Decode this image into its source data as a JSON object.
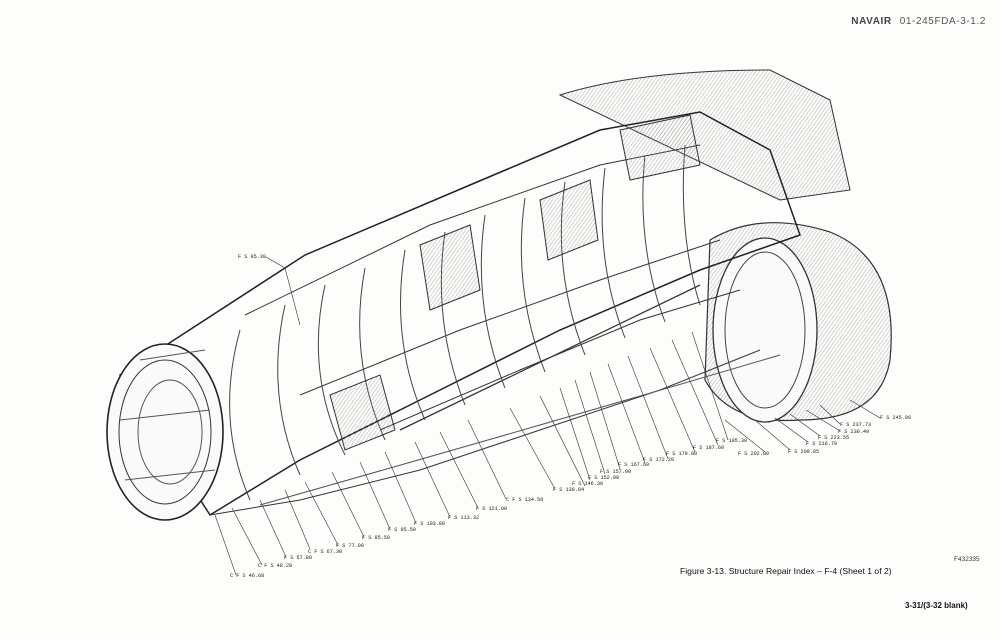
{
  "header": {
    "doc_id": "NAVAIR",
    "doc_number": "01-245FDA-3-1.2"
  },
  "stations": [
    {
      "name": "fs-95-30-top",
      "label": "F S 95.30"
    },
    {
      "name": "cfs-46-68",
      "label": "C F S 46.68"
    },
    {
      "name": "cfs-48-28",
      "label": "C F S 48.28"
    },
    {
      "name": "fs-57-80",
      "label": "F S 57.80"
    },
    {
      "name": "cfs-67-30",
      "label": "C F S 67.30"
    },
    {
      "name": "fs-77-00",
      "label": "F S 77.00"
    },
    {
      "name": "fs-85-50",
      "label": "F S 85.50"
    },
    {
      "name": "fs-95-50",
      "label": "F S 95.50"
    },
    {
      "name": "fs-103-80",
      "label": "F S 103.80"
    },
    {
      "name": "fs-113-32",
      "label": "F S 113.32"
    },
    {
      "name": "fs-121-00",
      "label": "F S 121.00"
    },
    {
      "name": "cfs-134-50",
      "label": "C F S 134.50"
    },
    {
      "name": "fs-139-84",
      "label": "F S 139.84"
    },
    {
      "name": "fs-146-30",
      "label": "F S 146.30"
    },
    {
      "name": "fs-152-00",
      "label": "F S 152.00"
    },
    {
      "name": "fs-157-00",
      "label": "F S 157.00"
    },
    {
      "name": "fs-167-60",
      "label": "F S 167.60"
    },
    {
      "name": "fs-172-20",
      "label": "F S 172.20"
    },
    {
      "name": "fs-179-90",
      "label": "F S 179.90"
    },
    {
      "name": "fs-187-60",
      "label": "F S 187.60"
    },
    {
      "name": "fs-195-30",
      "label": "F S 195.30"
    },
    {
      "name": "fs-202-00",
      "label": "F S 202.00"
    },
    {
      "name": "fs-209-85",
      "label": "F S 209.85"
    },
    {
      "name": "fs-216-70",
      "label": "F S 216.70"
    },
    {
      "name": "fs-223-55",
      "label": "F S 223.55"
    },
    {
      "name": "fs-230-40",
      "label": "F S 230.40"
    },
    {
      "name": "fs-237-73",
      "label": "F S 237.73"
    },
    {
      "name": "fs-245-06",
      "label": "F S 245.06"
    }
  ],
  "caption": "Figure 3-13.  Structure Repair Index – F-4 (Sheet 1 of 2)",
  "figure_code": "F432335",
  "page_number": "3-31/(3-32  blank)"
}
